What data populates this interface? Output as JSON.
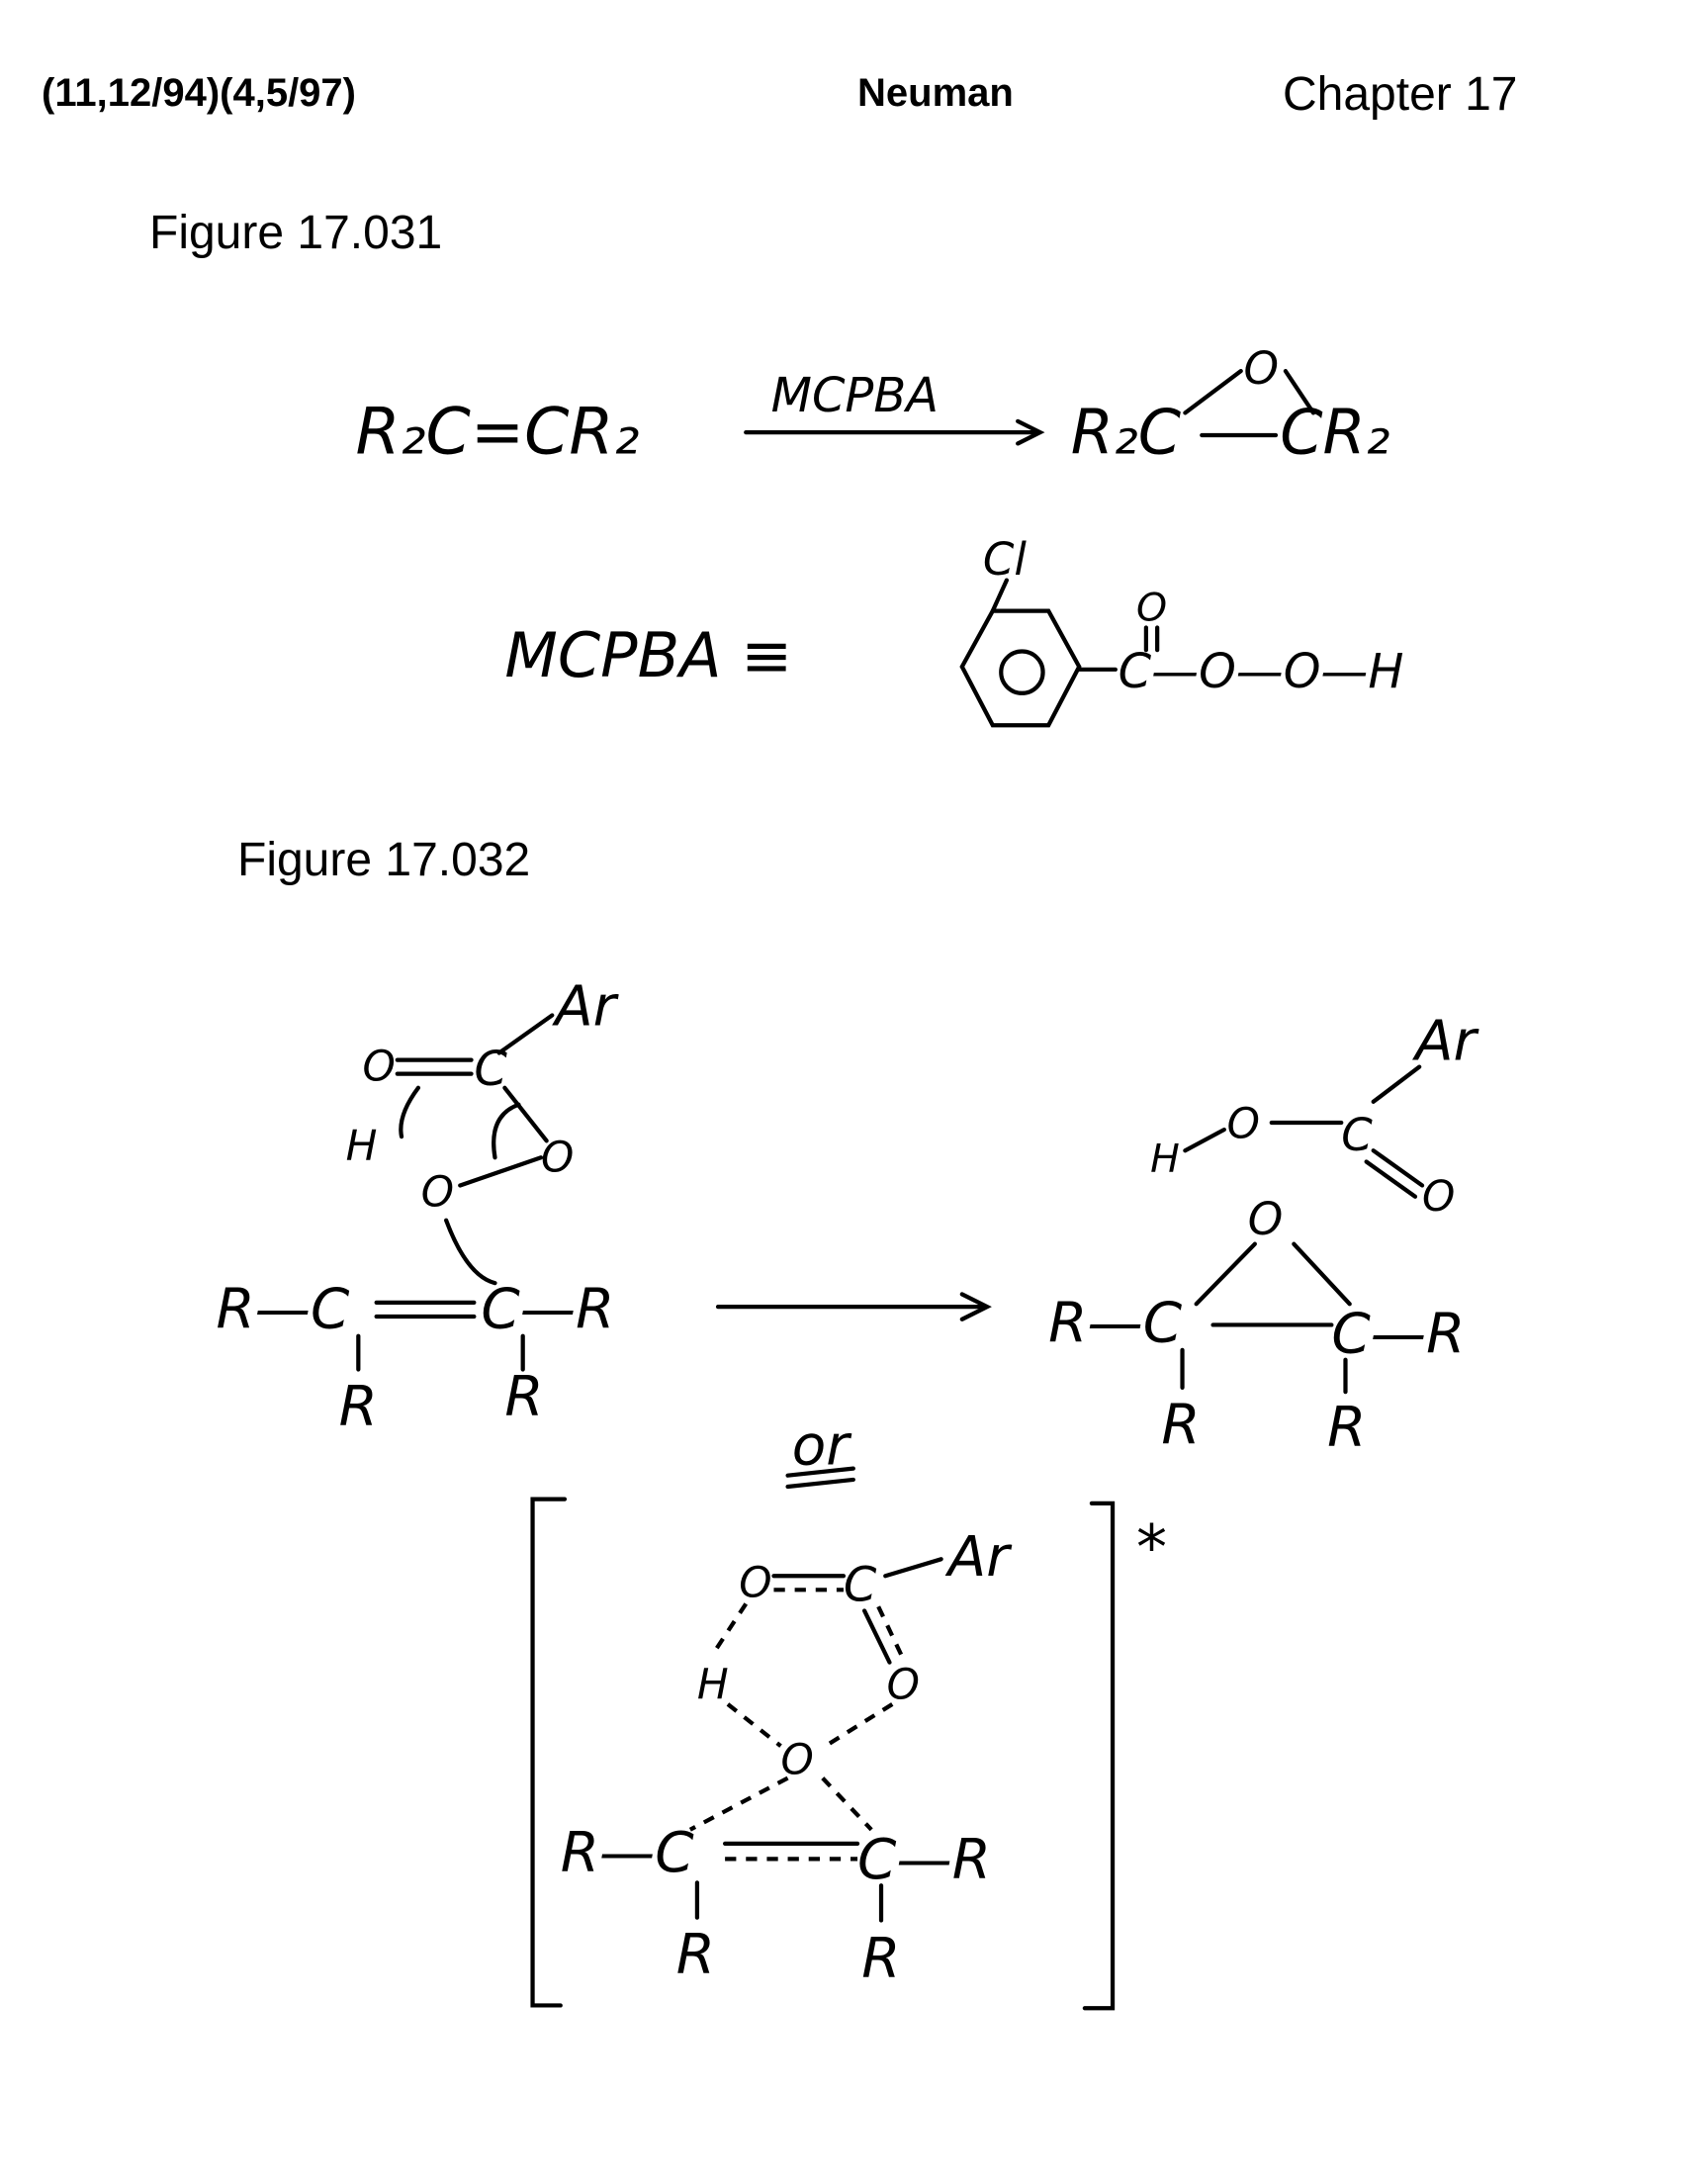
{
  "header": {
    "dates": "(11,12/94)(4,5/97)",
    "author": "Neuman",
    "chapter": "Chapter 17"
  },
  "figure1": {
    "title": "Figure 17.031",
    "reactant": "R₂C=CR₂",
    "reagent": "MCPBA",
    "product_left": "R₂C",
    "product_right": "CR₂",
    "product_oxygen": "O",
    "definition_label": "MCPBA ≡",
    "chlorine": "Cl",
    "carbonyl_oxygen": "O",
    "peracid_chain": "C—O—O—H"
  },
  "figure2": {
    "title": "Figure 17.032",
    "reactant": {
      "aryl": "Ar",
      "carbonyl_o": "O",
      "carbon": "C",
      "hydrogen": "H",
      "ring_o": "O",
      "peroxy_o": "O",
      "left_alkene": "R—C",
      "right_alkene": "C—R",
      "r_left": "R",
      "r_right": "R"
    },
    "product": {
      "aryl": "Ar",
      "hydrogen": "H",
      "hydroxyl_o": "O",
      "carbon": "C",
      "carbonyl_o": "O",
      "epoxide_o": "O",
      "left_c": "R—C",
      "right_c": "C—R",
      "r_left": "R",
      "r_right": "R"
    },
    "or_label": "or",
    "transition_state": {
      "aryl": "Ar",
      "o1": "O",
      "carbon": "C",
      "hydrogen": "H",
      "o2": "O",
      "o3": "O",
      "left_c": "R—C",
      "right_c": "C—R",
      "r_left": "R",
      "r_right": "R",
      "marker": "*"
    }
  }
}
